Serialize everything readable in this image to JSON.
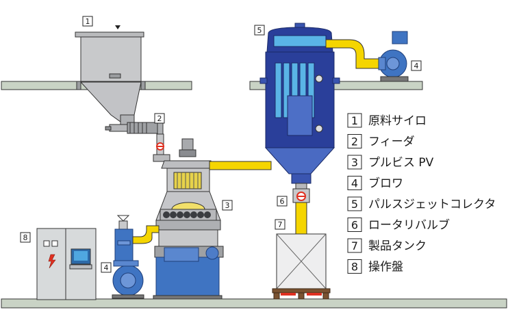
{
  "diagram": {
    "callouts": [
      {
        "id": "callout-1",
        "number": "1"
      },
      {
        "id": "callout-2",
        "number": "2"
      },
      {
        "id": "callout-3",
        "number": "3"
      },
      {
        "id": "callout-4-fan",
        "number": "4"
      },
      {
        "id": "callout-4-blower",
        "number": "4"
      },
      {
        "id": "callout-5",
        "number": "5"
      },
      {
        "id": "callout-6",
        "number": "6"
      },
      {
        "id": "callout-7",
        "number": "7"
      },
      {
        "id": "callout-8",
        "number": "8"
      }
    ],
    "legend": [
      {
        "number": "1",
        "label": "原料サイロ"
      },
      {
        "number": "2",
        "label": "フィーダ"
      },
      {
        "number": "3",
        "label": "プルビス PV"
      },
      {
        "number": "4",
        "label": "ブロワ"
      },
      {
        "number": "5",
        "label": "パルスジェットコレクタ"
      },
      {
        "number": "6",
        "label": "ロータリバルブ"
      },
      {
        "number": "7",
        "label": "製品タンク"
      },
      {
        "number": "8",
        "label": "操作盤"
      }
    ],
    "colors": {
      "equipment_fill": "#c8c9cb",
      "equipment_dark": "#8a8c90",
      "duct_yellow": "#f5d500",
      "collector_blue": "#2a3f9a",
      "collector_light": "#5ab4e6",
      "floor": "#c9d3c5",
      "panel": "#d7dadb",
      "valve_red": "#e03020",
      "pallet": "#7a5230",
      "outline": "#222222"
    }
  }
}
